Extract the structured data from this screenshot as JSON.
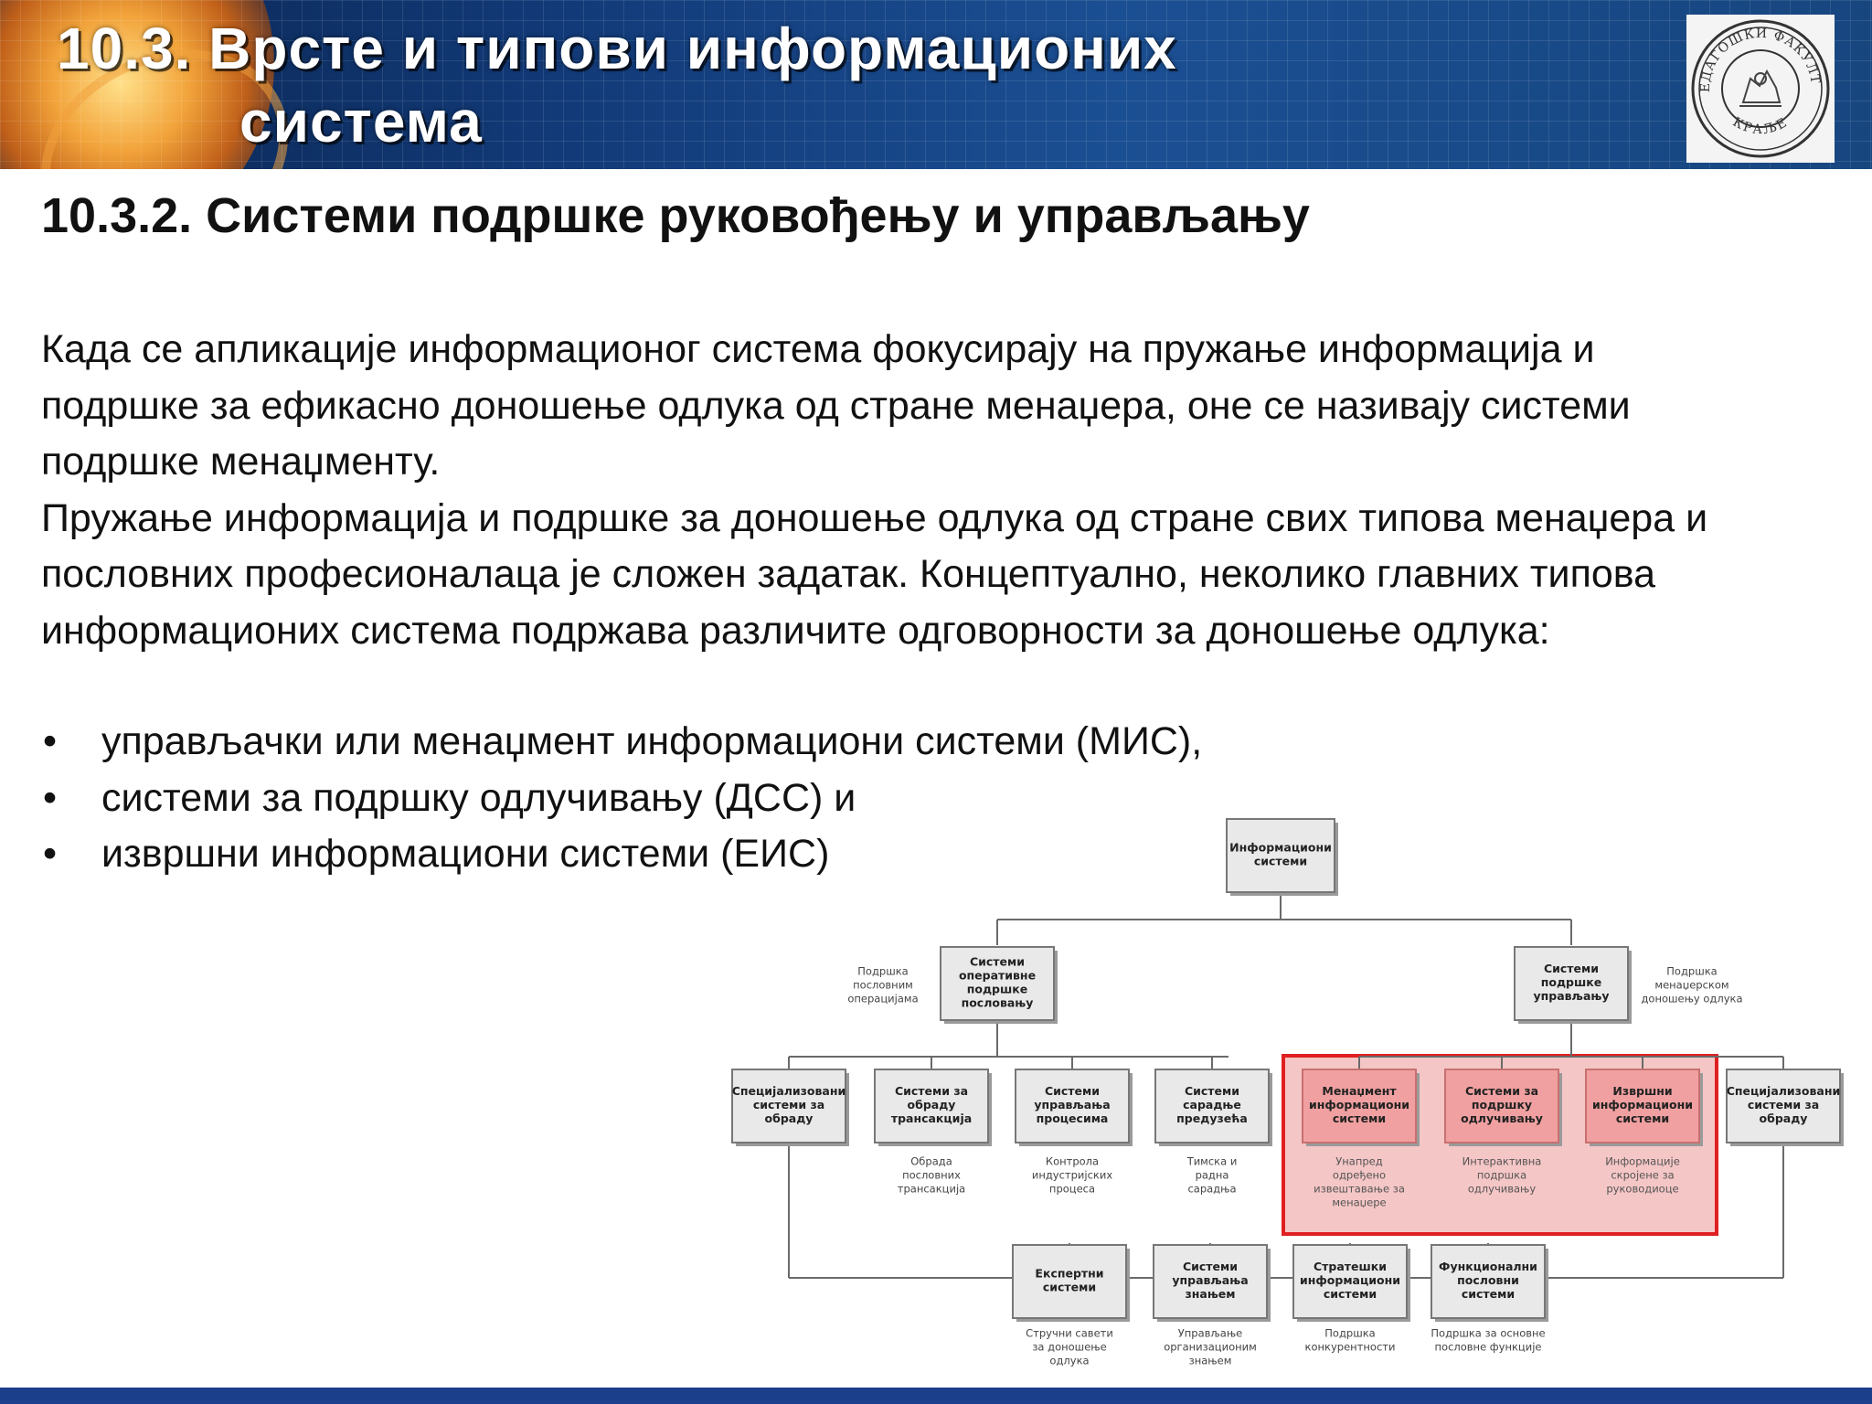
{
  "header": {
    "title_line1": "10.3. Врсте и типови информационих",
    "title_line2": "система",
    "seal": {
      "ring_top": "ПЕДАГОШКИ ФАКУЛТЕТ",
      "ring_bottom": "КРАЉЕ"
    }
  },
  "subtitle": "10.3.2. Системи подршке руковођењу и управљању",
  "body": {
    "p1": "Када се апликације информационог система фокусирају на пружање информација и подршке за ефикасно доношење одлука од стране менаџера, оне се називају системи подршке менаџменту.",
    "p2": "Пружање информација и подршке за доношење одлука од стране свих типова менаџера и пословних професионалаца је сложен задатак. Концептуално, неколико главних типова информационих система подржава различите одговорности за доношење одлука:"
  },
  "bullets": {
    "marker": "•",
    "items": [
      "управљачки или менаџмент информациони системи (МИС),",
      "системи за подршку одлучивању (ДСС) и",
      "извршни информациони системи (ЕИС)"
    ]
  },
  "diagram": {
    "root": [
      "Информациони",
      "системи"
    ],
    "ops": [
      "Системи",
      "оперативне",
      "подршке",
      "пословању"
    ],
    "ops_note": [
      "Подршка",
      "пословним",
      "операцијама"
    ],
    "mgmt": [
      "Системи",
      "подршке",
      "управљању"
    ],
    "mgmt_note": [
      "Подршка",
      "менаџерском",
      "доношењу одлука"
    ],
    "boxes": [
      {
        "label": [
          "Специјализовани",
          "системи за",
          "обраду"
        ],
        "note": []
      },
      {
        "label": [
          "Системи за",
          "обраду",
          "трансакција"
        ],
        "note": [
          "Обрада",
          "пословних",
          "трансакција"
        ]
      },
      {
        "label": [
          "Системи",
          "управљања",
          "процесима"
        ],
        "note": [
          "Контрола",
          "индустријских",
          "процеса"
        ]
      },
      {
        "label": [
          "Системи",
          "сарадње",
          "предузећа"
        ],
        "note": [
          "Тимска и",
          "радна",
          "сарадња"
        ]
      },
      {
        "label": [
          "Менаџмент",
          "информациони",
          "системи"
        ],
        "note": [
          "Унапред",
          "одређено",
          "извештавање за",
          "менаџере"
        ]
      },
      {
        "label": [
          "Системи за",
          "подршку",
          "одлучивању"
        ],
        "note": [
          "Интерактивна",
          "подршка",
          "одлучивању"
        ]
      },
      {
        "label": [
          "Извршни",
          "информациони",
          "системи"
        ],
        "note": [
          "Информације",
          "скројене за",
          "руководиоце"
        ]
      },
      {
        "label": [
          "Специјализовани",
          "системи за",
          "обраду"
        ],
        "note": []
      }
    ],
    "bottom": [
      {
        "label": [
          "Експертни",
          "системи"
        ],
        "note": [
          "Стручни савети",
          "за доношење",
          "одлука"
        ]
      },
      {
        "label": [
          "Системи",
          "управљања",
          "знањем"
        ],
        "note": [
          "Управљање",
          "организационим",
          "знањем"
        ]
      },
      {
        "label": [
          "Стратешки",
          "информациони",
          "системи"
        ],
        "note": [
          "Подршка",
          "конкурентности"
        ]
      },
      {
        "label": [
          "Функционални",
          "пословни",
          "системи"
        ],
        "note": [
          "Подршка за основне",
          "пословне функције"
        ]
      }
    ],
    "highlight_color": "#e02020"
  }
}
